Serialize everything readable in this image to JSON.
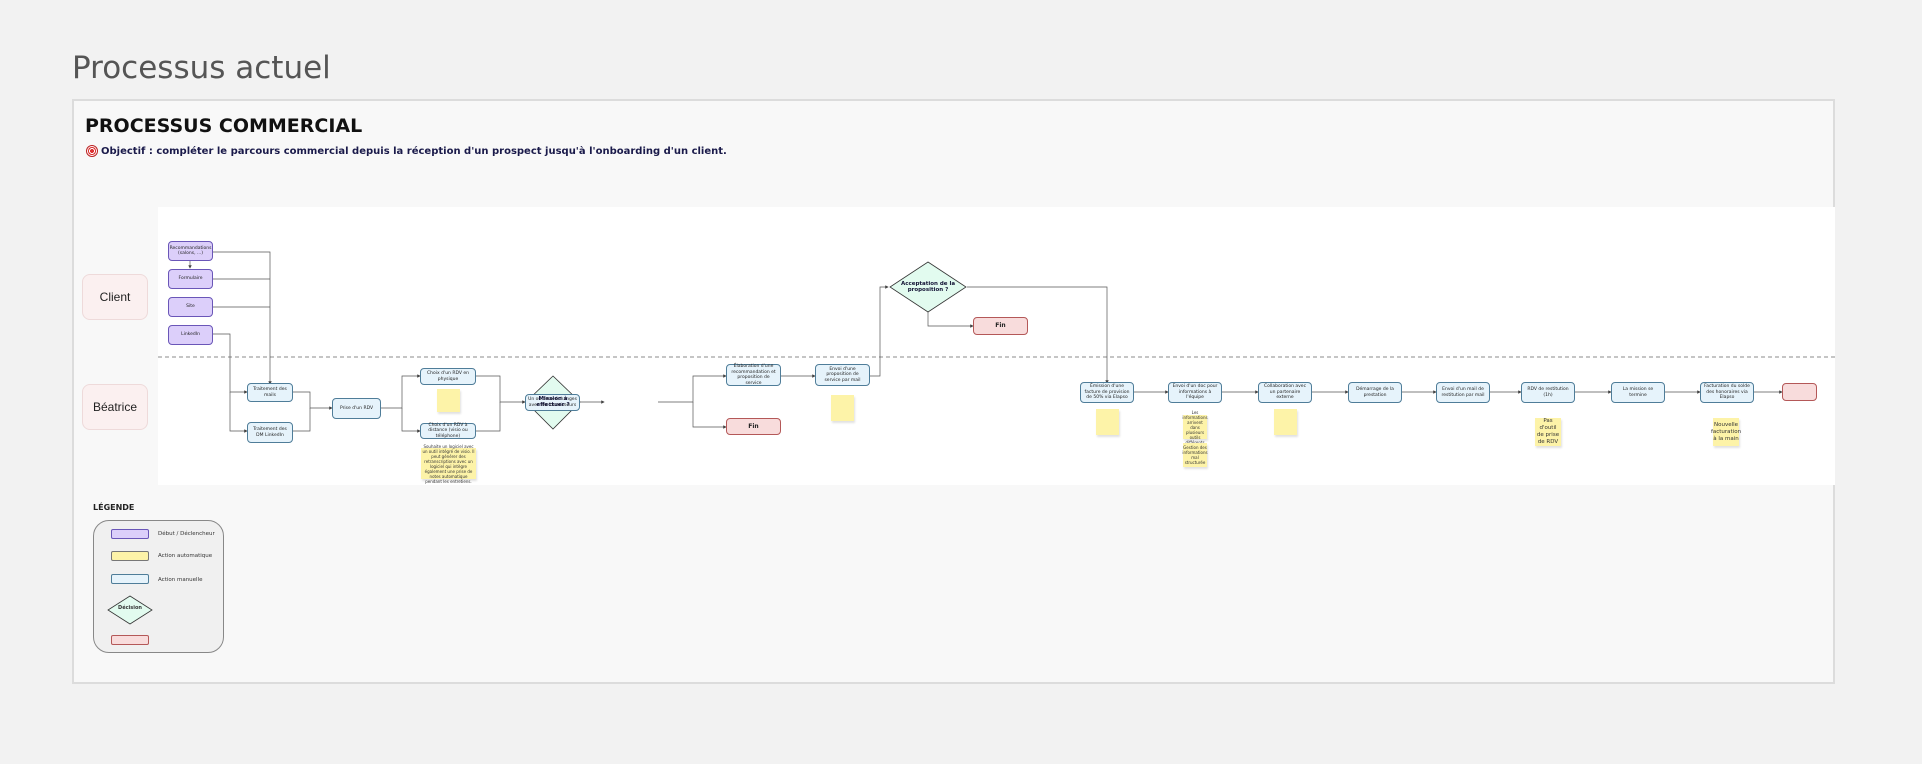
{
  "page": {
    "title": "Processus actuel"
  },
  "document": {
    "title": "PROCESSUS COMMERCIAL",
    "objective": "Objectif : compléter le parcours commercial depuis la réception d'un prospect jusqu'à l'onboarding d'un client."
  },
  "lanes": {
    "client": "Client",
    "beatrice": "Béatrice"
  },
  "nodes": {
    "recommandations": "Recommandations (salons, ...)",
    "formulaire": "Formulaire",
    "site": "Site",
    "linkedin": "LinkedIn",
    "traitement_mails": "Traitement des mails",
    "traitement_dm": "Traitement des DM LinkedIn",
    "prise_rdv": "Prise d'un RDV",
    "choix_physique": "Choix d'un RDV en physique",
    "choix_distance": "Choix d'un RDV à distance (visio ou téléphone)",
    "echanges": "Un ou deux échanges avec les fournisseurs",
    "mission": "Mission à effectuer ?",
    "elaboration": "Élaboration d'une recommandation et proposition de service",
    "envoi_proposition": "Envoi d'une proposition de service par mail",
    "fin1": "Fin",
    "acceptation": "Acceptation de la proposition ?",
    "fin2": "Fin",
    "emission_facture": "Émission d'une facture de provision de 50% via Elapso",
    "envoi_doc": "Envoi d'un doc pour informations à l'équipe",
    "collaboration": "Collaboration avec un partenaire externe",
    "demarrage": "Démarrage de la prestation",
    "envoi_mail_restitution": "Envoi d'un mail de restitution par mail",
    "rdv_restitution": "RDV de restitution (1h)",
    "mission_terminee": "La mission se termine",
    "facturation": "Facturation du solde des honoraires via Elapso"
  },
  "stickies": {
    "note_visio": "Souhaite un logiciel avec un outil intégré de visio. Il peut générer des retranscriptions avec un logiciel qui intègre également une prise de notes automatique pendant les entretiens.",
    "note_info_a": "Les informations arrivent dans plusieurs outils différents",
    "note_info_b": "Gestion des informations mal structurée",
    "note_restitution": "Pas d'outil de prise de RDV",
    "note_facturation": "Nouvelle facturation à la main"
  },
  "legend": {
    "title": "LÉGENDE",
    "start": "Début / Déclencheur",
    "auto": "Action automatique",
    "manual": "Action manuelle",
    "decision": "Décision",
    "end": ""
  },
  "colors": {
    "start": "#dccffa",
    "manual": "#e6f3fb",
    "decision": "#e2fbef",
    "end": "#f8dcdc",
    "sticky": "#fdf3a8"
  }
}
